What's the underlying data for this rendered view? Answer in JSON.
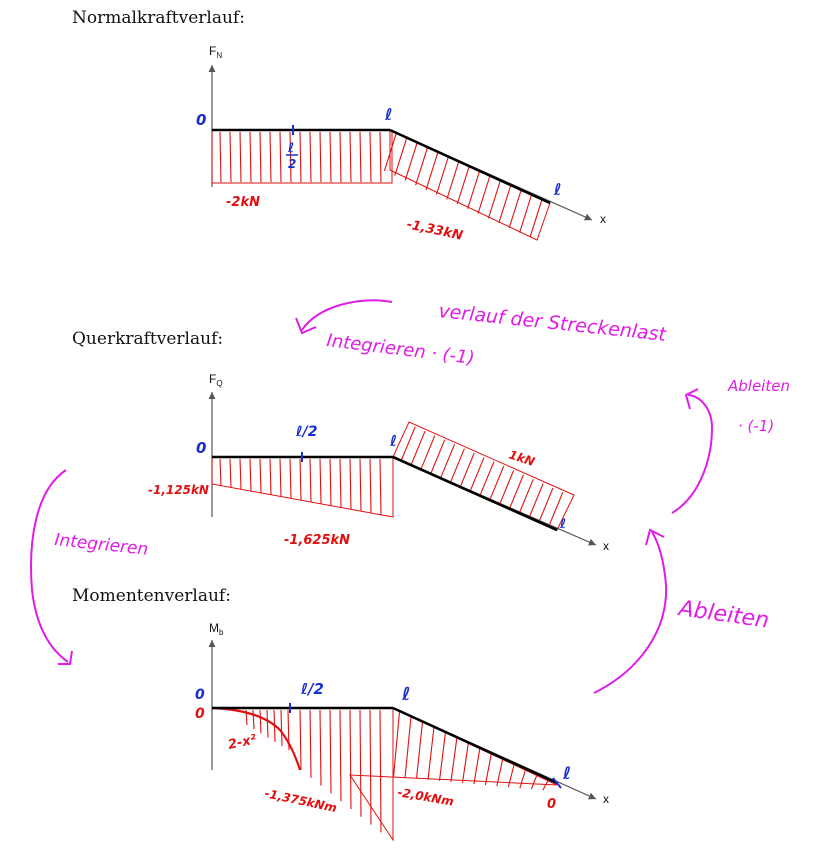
{
  "sections": {
    "normal": {
      "heading": "Normalkraftverlauf:",
      "axis_y": "F",
      "axis_y_sub": "N",
      "axis_x": "x",
      "mark_start": "0",
      "mark_mid_top": "ℓ",
      "mark_mid_bot": "2",
      "mark_joint": "ℓ",
      "mark_end": "ℓ",
      "value_left": "-2kN",
      "value_right": "-1,33kN"
    },
    "shear": {
      "heading": "Querkraftverlauf:",
      "axis_y": "F",
      "axis_y_sub": "Q",
      "axis_x": "x",
      "mark_start": "0",
      "mark_mid": "ℓ/2",
      "mark_joint": "ℓ",
      "mark_end": "ℓ",
      "value_start": "-1,125kN",
      "value_mid": "-1,625kN",
      "value_right": "1kN"
    },
    "moment": {
      "heading": "Momentenverlauf:",
      "axis_y": "M",
      "axis_y_sub": "b",
      "axis_x": "x",
      "mark_start_blue": "0",
      "mark_start_red": "0",
      "mark_mid": "ℓ/2",
      "mark_joint": "ℓ",
      "mark_end": "ℓ",
      "mark_end_red": "0",
      "value_curve": "2-x²",
      "value_min": "-1,375kNm",
      "value_right": "-2,0kNm"
    }
  },
  "annotations": {
    "verlauf": "verlauf der Streckenlast",
    "integrieren_top": "Integrieren · (-1)",
    "ableiten_top_1": "Ableiten",
    "ableiten_top_2": "· (-1)",
    "integrieren_left": "Integrieren",
    "ableiten_right": "Ableiten"
  },
  "colors": {
    "ink_red": "#e21010",
    "ink_blue": "#1a2fd0",
    "ink_magenta": "#e01ce6",
    "axis": "#555555",
    "line": "#000000"
  }
}
